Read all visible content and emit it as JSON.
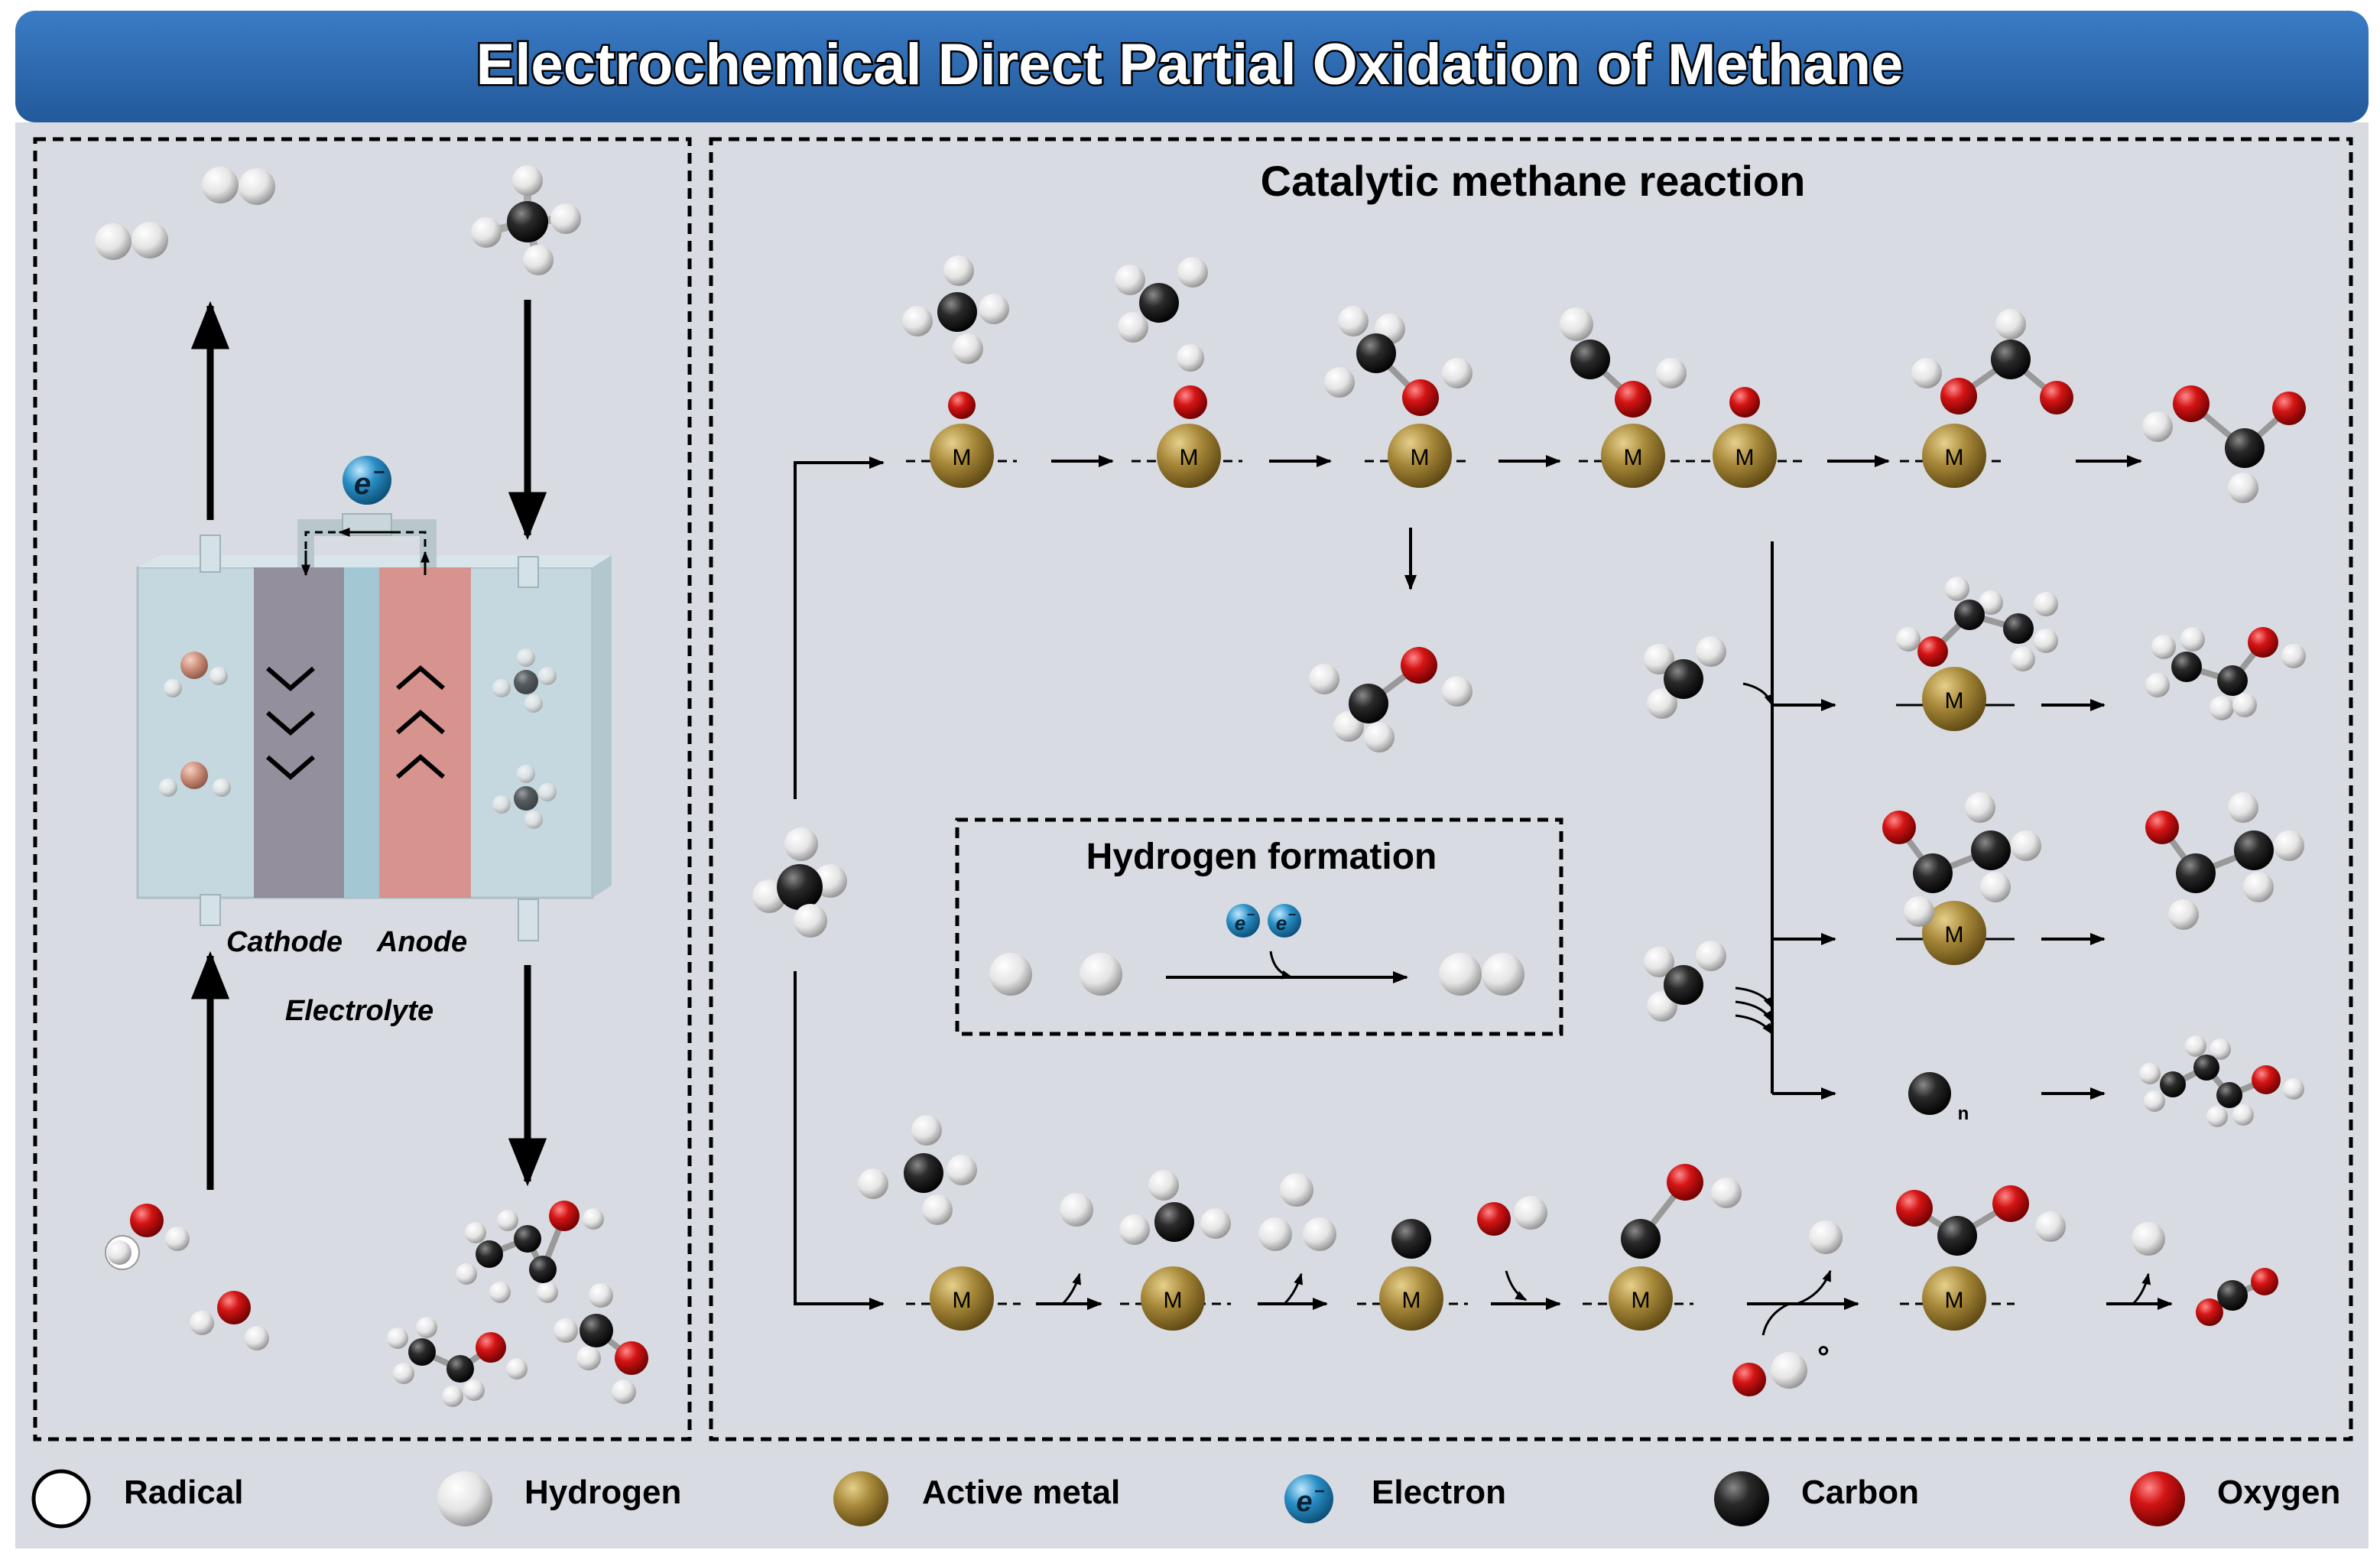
{
  "header": {
    "title": "Electrochemical Direct Partial Oxidation of Methane"
  },
  "left_panel": {
    "electrode_labels": {
      "cathode": "Cathode",
      "anode": "Anode",
      "electrolyte": "Electrolyte"
    },
    "electron_symbol": "e",
    "electron_superscript": "−"
  },
  "right_panel": {
    "title": "Catalytic methane reaction",
    "metal_symbol": "M",
    "oligomer_subscript": "n",
    "radical_mark": "°",
    "hydrogen_formation": {
      "title": "Hydrogen formation",
      "electron_symbol": "e",
      "electron_superscript": "−"
    }
  },
  "legend": {
    "items": [
      {
        "label": "Radical",
        "icon": "radical-icon"
      },
      {
        "label": "Hydrogen",
        "icon": "hydrogen-icon"
      },
      {
        "label": "Active metal",
        "icon": "active-metal-icon"
      },
      {
        "label": "Electron",
        "icon": "electron-icon"
      },
      {
        "label": "Carbon",
        "icon": "carbon-icon"
      },
      {
        "label": "Oxygen",
        "icon": "oxygen-icon"
      }
    ],
    "electron_symbol": "e",
    "electron_superscript": "−"
  },
  "colors": {
    "header_blue": "#2f6fb8",
    "panel_gray": "#d9dbe2",
    "hydrogen": "#f4f4f4",
    "carbon": "#222222",
    "oxygen": "#d41414",
    "metal": "#a8893a",
    "electron": "#2a8fc6",
    "cathode_plate": "#8a8290",
    "anode_plate": "#d98880",
    "membrane": "#9fc7d3"
  }
}
